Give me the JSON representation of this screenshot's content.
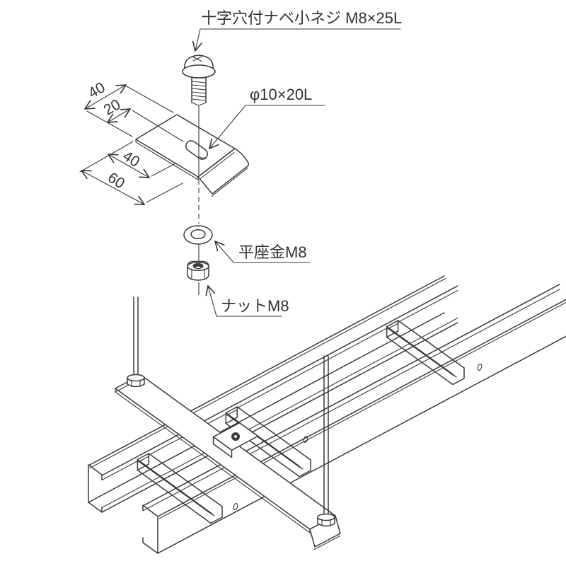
{
  "drawing": {
    "type": "technical-assembly-diagram",
    "subject": "cable-ladder-rack hold-down clamp installation (exploded view)",
    "colors": {
      "line": "#3a3a3a",
      "background": "#ffffff",
      "text": "#333333"
    },
    "labels": {
      "screw": "十字穴付ナベ小ネジ M8×25L",
      "slot": "φ10×20L",
      "washer": "平座金M8",
      "nut": "ナットM8"
    },
    "dimensions": {
      "plate_width": "40",
      "slot_offset": "20",
      "plate_depth_flat": "40",
      "plate_depth_total": "60"
    },
    "parts": [
      {
        "name": "pan-head-screw",
        "label": "十字穴付ナベ小ネジ M8×25L"
      },
      {
        "name": "clamp-bracket-plate",
        "slot_hole": "φ10×20L",
        "width_mm": "40",
        "slot_offset_mm": "20",
        "depth_flat_mm": "40",
        "depth_total_mm": "60"
      },
      {
        "name": "flat-washer",
        "label": "平座金M8"
      },
      {
        "name": "hex-nut",
        "label": "ナットM8"
      },
      {
        "name": "ladder-rack",
        "rails": 2,
        "rungs_visible": 3
      },
      {
        "name": "hanger-bar-with-rods",
        "rods": 2,
        "nuts": 2
      }
    ]
  }
}
